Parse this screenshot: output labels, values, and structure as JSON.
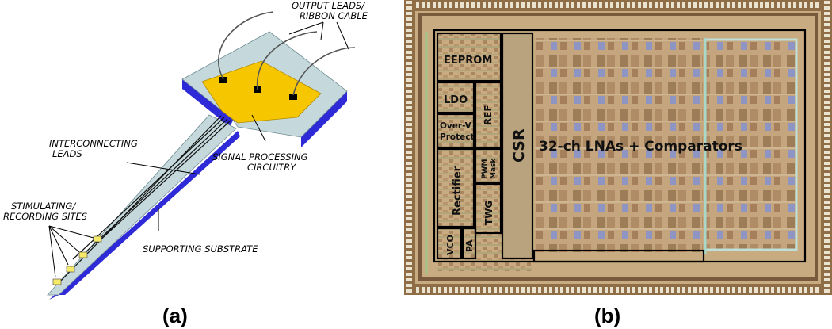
{
  "panel_a": {
    "label": "(a)",
    "annotations": {
      "output_leads_line1": "OUTPUT LEADS/",
      "output_leads_line2": "RIBBON CABLE",
      "interconnecting_line1": "INTERCONNECTING",
      "interconnecting_line2": "LEADS",
      "signal_line1": "SIGNAL PROCESSING",
      "signal_line2": "CIRCUITRY",
      "sites_line1": "STIMULATING/",
      "sites_line2": "RECORDING SITES",
      "substrate": "SUPPORTING SUBSTRATE"
    },
    "colors": {
      "substrate_top": "#c5d9dd",
      "substrate_side": "#2e2ad8",
      "circuitry": "#f6c600",
      "site": "#f5e96a"
    }
  },
  "panel_b": {
    "label": "(b)",
    "blocks": {
      "eeprom": "EEPROM",
      "ldo": "LDO",
      "ref": "REF",
      "overv_line1": "Over-V",
      "overv_line2": "Protect",
      "pwm_line1": "PWM",
      "pwm_line2": "Mask",
      "rectifier": "Rectifier",
      "twg": "TWG",
      "vco": "VCO",
      "pa": "PA",
      "csr": "CSR",
      "lna": "32-ch LNAs + Comparators"
    },
    "colors": {
      "die": "#c9ab82",
      "pad": "#e9e3cf",
      "outline": "#000000"
    }
  }
}
